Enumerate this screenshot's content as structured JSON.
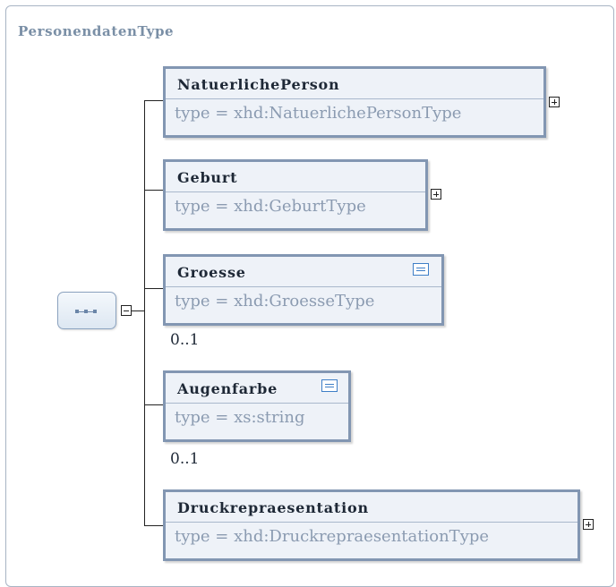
{
  "diagram": {
    "title": "PersonendatenType",
    "sequence_icon": "sequence-compositor-icon",
    "elements": [
      {
        "name": "NatuerlichePerson",
        "type": "type = xhd:NatuerlichePersonType",
        "expandable": true,
        "annotated": false,
        "occurrence": ""
      },
      {
        "name": "Geburt",
        "type": "type = xhd:GeburtType",
        "expandable": true,
        "annotated": false,
        "occurrence": ""
      },
      {
        "name": "Groesse",
        "type": "type = xhd:GroesseType",
        "expandable": false,
        "annotated": true,
        "occurrence": "0..1"
      },
      {
        "name": "Augenfarbe",
        "type": "type = xs:string",
        "expandable": false,
        "annotated": true,
        "occurrence": "0..1"
      },
      {
        "name": "Druckrepraesentation",
        "type": "type = xhd:DruckrepraesentationType",
        "expandable": true,
        "annotated": false,
        "occurrence": ""
      }
    ]
  }
}
